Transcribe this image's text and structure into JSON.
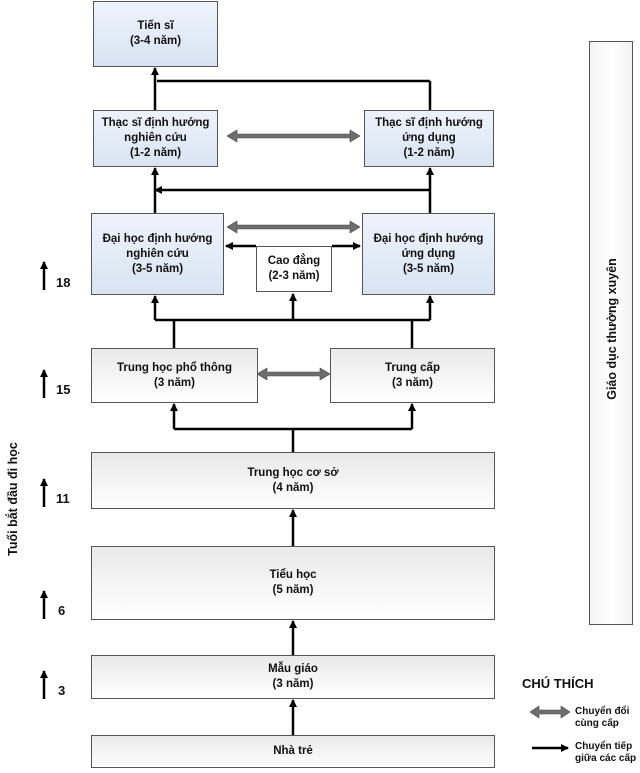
{
  "boxes": {
    "tien_si": {
      "line1": "Tiến sĩ",
      "line2": "(3-4 năm)"
    },
    "thac_si_nghien_cuu": {
      "line1": "Thạc sĩ định hướng",
      "line2": "nghiên cứu",
      "line3": "(1-2 năm)"
    },
    "thac_si_ung_dung": {
      "line1": "Thạc sĩ định hướng",
      "line2": "ứng dụng",
      "line3": "(1-2 năm)"
    },
    "dai_hoc_nghien_cuu": {
      "line1": "Đại học định hướng",
      "line2": "nghiên cứu",
      "line3": "(3-5 năm)"
    },
    "cao_dang": {
      "line1": "Cao đẳng",
      "line2": "(2-3 năm)"
    },
    "dai_hoc_ung_dung": {
      "line1": "Đại học định hướng",
      "line2": "ứng dụng",
      "line3": "(3-5 năm)"
    },
    "thpt": {
      "line1": "Trung học phổ thông",
      "line2": "(3 năm)"
    },
    "trung_cap": {
      "line1": "Trung cấp",
      "line2": "(3 năm)"
    },
    "thcs": {
      "line1": "Trung học cơ sở",
      "line2": "(4 năm)"
    },
    "tieu_hoc": {
      "line1": "Tiểu học",
      "line2": "(5 năm)"
    },
    "mau_giao": {
      "line1": "Mẫu giáo",
      "line2": "(3 năm)"
    },
    "nha_tre": {
      "line1": "Nhà trẻ"
    }
  },
  "age_axis": {
    "label": "Tuổi bắt đầu đi học",
    "ages": [
      "18",
      "15",
      "11",
      "6",
      "3"
    ]
  },
  "side_bar": {
    "label": "Giáo dục thường xuyên"
  },
  "legend": {
    "title": "CHÚ THÍCH",
    "same_level": {
      "line1": "Chuyển đổi",
      "line2": "cùng cấp"
    },
    "next_level": {
      "line1": "Chuyển tiếp",
      "line2": "giữa các cấp"
    }
  },
  "colors": {
    "box_blue": "#dde7f4",
    "double_arrow": "#6e6e6e",
    "arrow": "#000000",
    "border": "#555555"
  }
}
